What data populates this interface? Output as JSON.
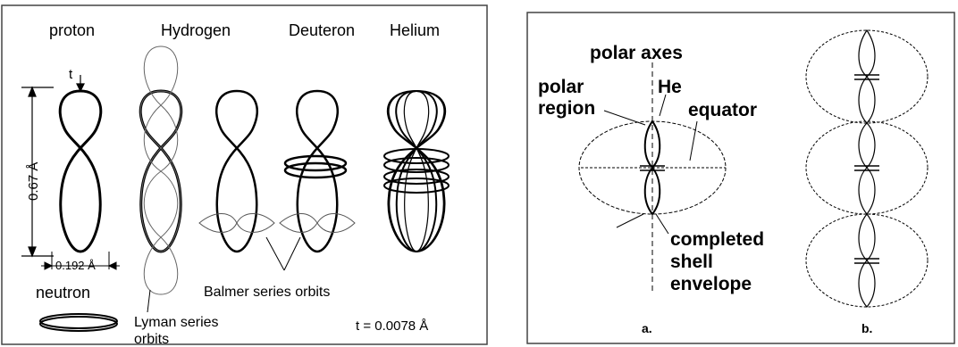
{
  "left_panel": {
    "labels": {
      "proton": "proton",
      "hydrogen": "Hydrogen",
      "deuteron": "Deuteron",
      "helium": "Helium",
      "neutron": "neutron",
      "t_label": "t",
      "height": "0.67 Å",
      "width": "0.192 Å",
      "balmer": "Balmer series orbits",
      "lyman_1": "Lyman series",
      "lyman_2": "orbits",
      "t_value": "t = 0.0078 Å"
    }
  },
  "right_panel": {
    "labels": {
      "polar_axes": "polar axes",
      "polar": "polar",
      "region": "region",
      "he": "He",
      "equator": "equator",
      "completed": "completed",
      "shell": "shell",
      "envelope": "envelope",
      "panel_a": "a.",
      "panel_b": "b."
    }
  }
}
